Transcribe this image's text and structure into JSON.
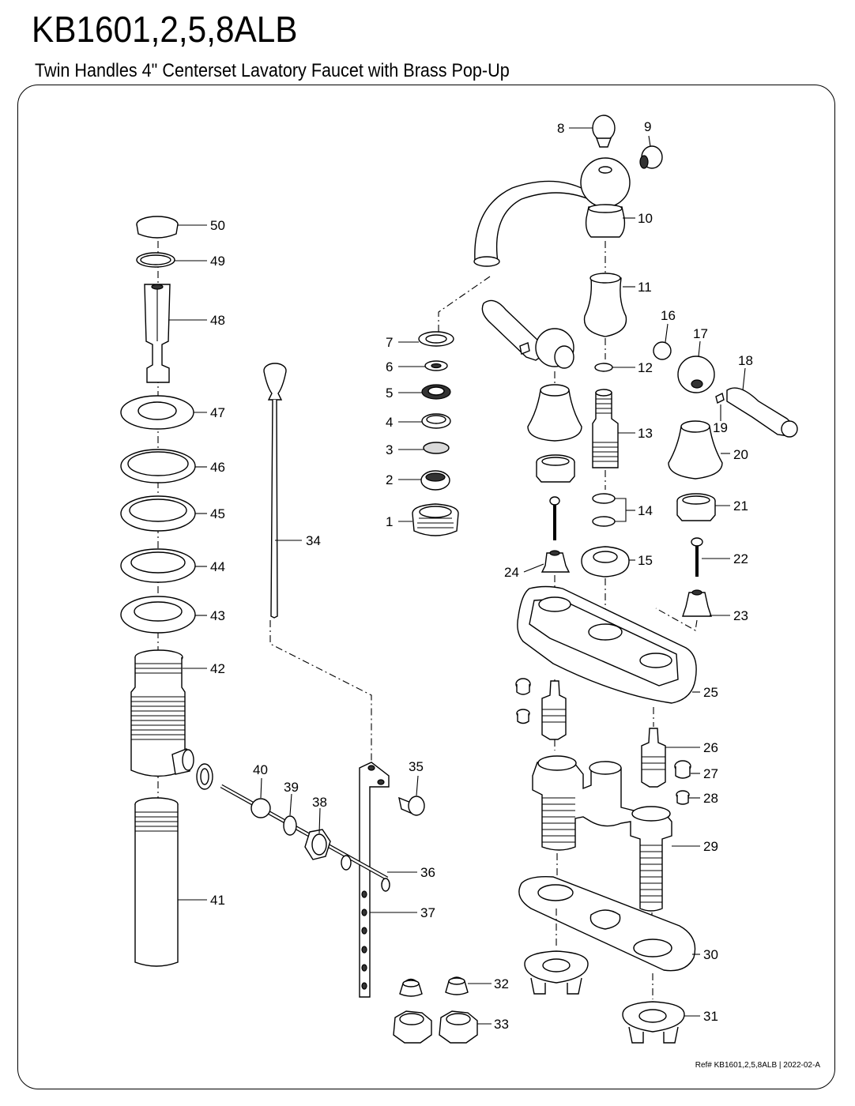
{
  "header": {
    "model": "KB1601,2,5,8ALB",
    "description": "Twin Handles 4\" Centerset Lavatory Faucet with Brass Pop-Up"
  },
  "footer": {
    "reference": "Ref# KB1601,2,5,8ALB | 2022-02-A"
  },
  "callouts": [
    "1",
    "2",
    "3",
    "4",
    "5",
    "6",
    "7",
    "8",
    "9",
    "10",
    "11",
    "12",
    "13",
    "14",
    "15",
    "16",
    "17",
    "18",
    "19",
    "20",
    "21",
    "22",
    "23",
    "24",
    "25",
    "26",
    "27",
    "28",
    "29",
    "30",
    "31",
    "32",
    "33",
    "34",
    "35",
    "36",
    "37",
    "38",
    "39",
    "40",
    "41",
    "42",
    "43",
    "44",
    "45",
    "46",
    "47",
    "48",
    "49",
    "50"
  ]
}
